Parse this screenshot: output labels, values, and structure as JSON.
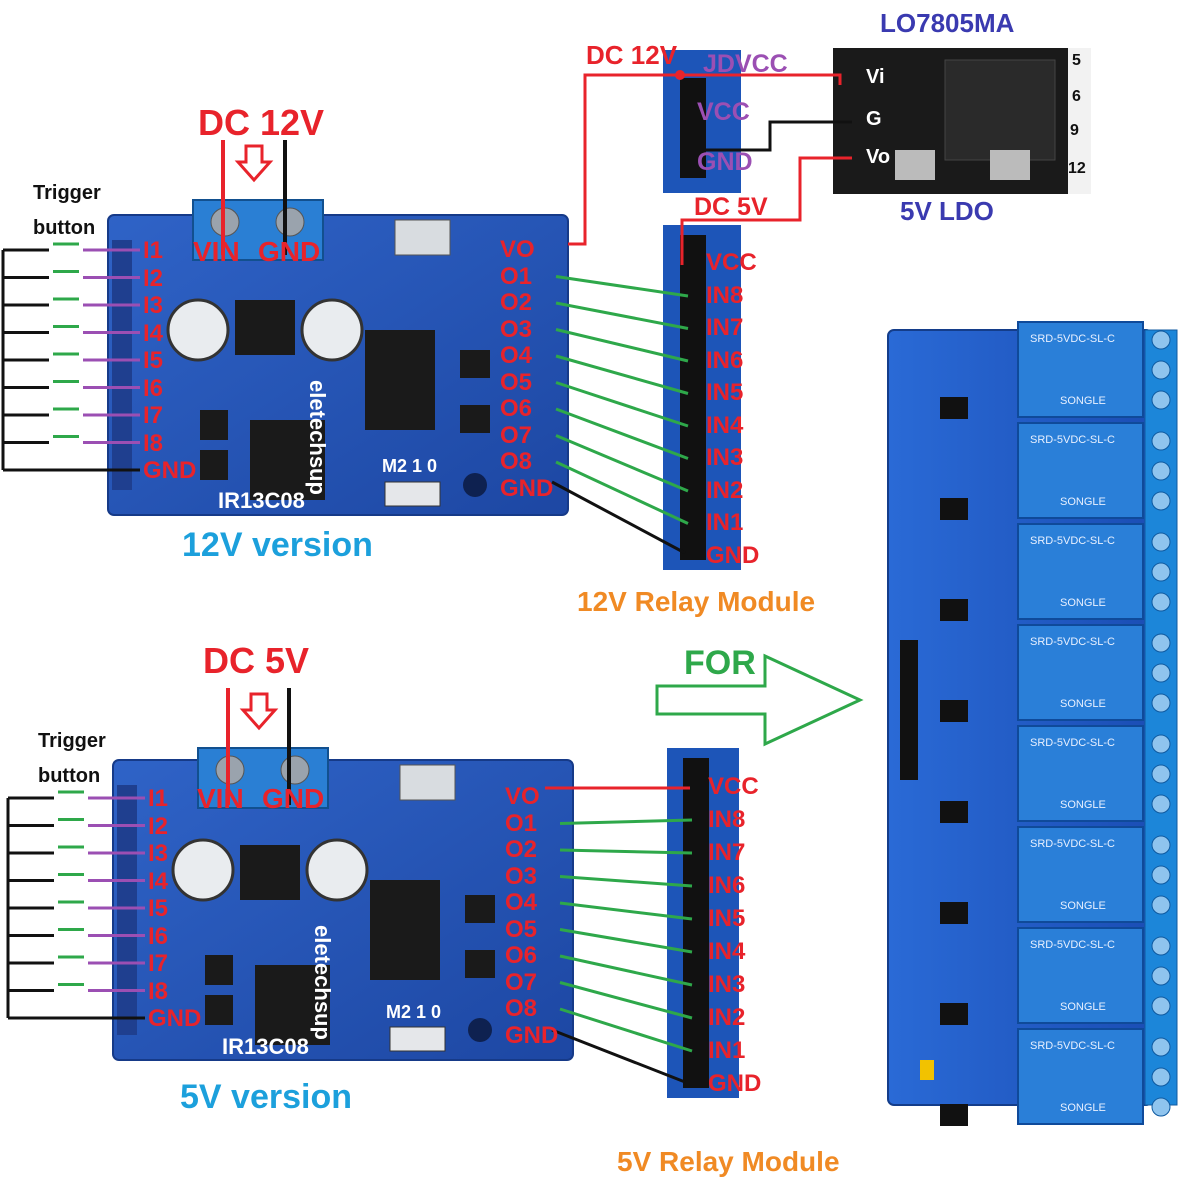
{
  "top": {
    "power_label": "DC 12V",
    "trigger_label_1": "Trigger",
    "trigger_label_2": "button",
    "board_name": "IR13C08",
    "brand": "eletechsup",
    "mode_label": "M2 1 0",
    "terminal_vin": "VIN",
    "terminal_gnd": "GND",
    "version_caption": "12V version",
    "inputs": [
      "I1",
      "I2",
      "I3",
      "I4",
      "I5",
      "I6",
      "I7",
      "I8"
    ],
    "input_gnd": "GND",
    "outputs": [
      "VO",
      "O1",
      "O2",
      "O3",
      "O4",
      "O5",
      "O6",
      "O7",
      "O8",
      "GND"
    ]
  },
  "relay12": {
    "pins": [
      "VCC",
      "IN8",
      "IN7",
      "IN6",
      "IN5",
      "IN4",
      "IN3",
      "IN2",
      "IN1",
      "GND"
    ],
    "caption": "12V Relay Module",
    "dc12_label": "DC 12V",
    "dc5_label": "DC 5V",
    "jdvcc": "JDVCC",
    "vcc": "VCC",
    "gnd": "GND"
  },
  "ldo": {
    "title": "LO7805MA",
    "caption": "5V LDO",
    "pins": [
      "Vi",
      "G",
      "Vo"
    ],
    "side": [
      "5",
      "6",
      "9",
      "12"
    ]
  },
  "bottom": {
    "power_label": "DC 5V",
    "trigger_label_1": "Trigger",
    "trigger_label_2": "button",
    "board_name": "IR13C08",
    "brand": "eletechsup",
    "mode_label": "M2 1 0",
    "terminal_vin": "VIN",
    "terminal_gnd": "GND",
    "version_caption": "5V version",
    "inputs": [
      "I1",
      "I2",
      "I3",
      "I4",
      "I5",
      "I6",
      "I7",
      "I8"
    ],
    "input_gnd": "GND",
    "outputs": [
      "VO",
      "O1",
      "O2",
      "O3",
      "O4",
      "O5",
      "O6",
      "O7",
      "O8",
      "GND"
    ]
  },
  "relay5": {
    "pins": [
      "VCC",
      "IN8",
      "IN7",
      "IN6",
      "IN5",
      "IN4",
      "IN3",
      "IN2",
      "IN1",
      "GND"
    ],
    "caption": "5V Relay Module"
  },
  "for_label": "FOR",
  "relay_board": {
    "relay_text": "SRD-5VDC-SL-C",
    "brand": "SONGLE"
  }
}
